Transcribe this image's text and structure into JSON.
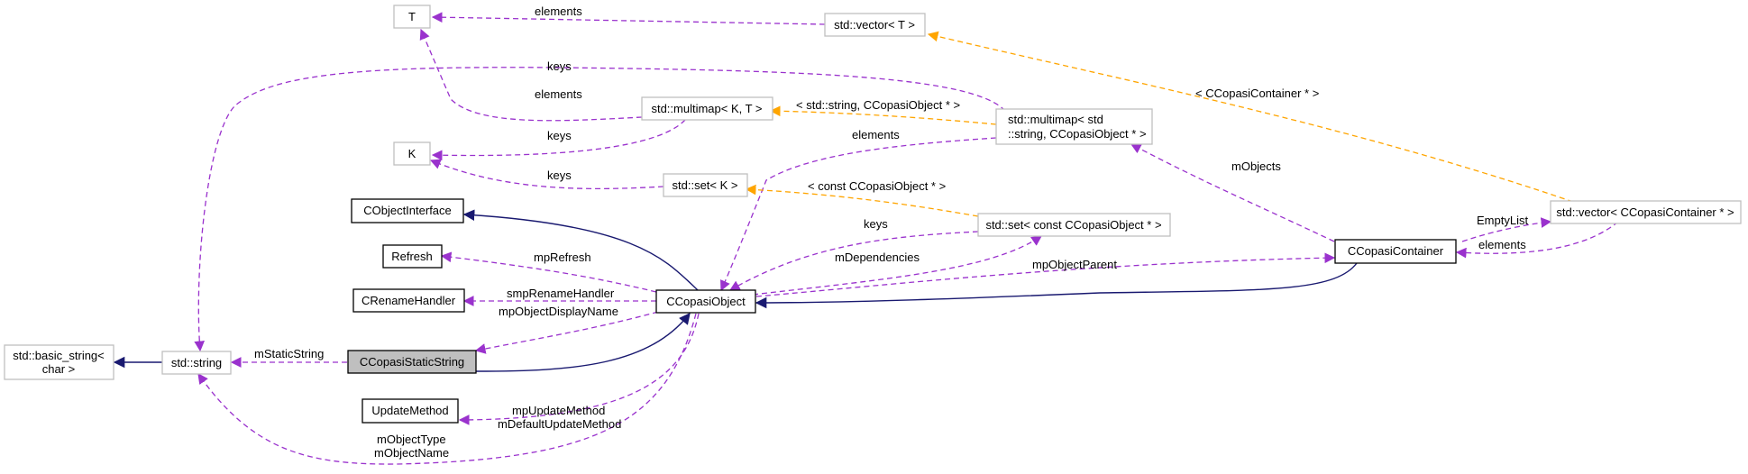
{
  "colors": {
    "inheritance": "#191970",
    "usage": "#9a32cd",
    "template": "#ffa500",
    "focus_fill": "#bfbfbf",
    "grey_border": "#bfbfbf"
  },
  "nodes": {
    "T": "T",
    "vector_T": "std::vector< T >",
    "multimap_KT": "std::multimap< K, T >",
    "multimap_inst_line1": "std::multimap< std",
    "multimap_inst_line2": "::string, CCopasiObject * >",
    "K": "K",
    "set_K": "std::set< K >",
    "set_inst": "std::set< const CCopasiObject * >",
    "CObjectInterface": "CObjectInterface",
    "Refresh": "Refresh",
    "CRenameHandler": "CRenameHandler",
    "CCopasiObject": "CCopasiObject",
    "CCopasiContainer": "CCopasiContainer",
    "vector_container": "std::vector< CCopasiContainer * >",
    "basic_string_line1": "std::basic_string<",
    "basic_string_line2": "char >",
    "std_string": "std::string",
    "CCopasiStaticString": "CCopasiStaticString",
    "UpdateMethod": "UpdateMethod"
  },
  "edge_labels": {
    "vector_elements": "elements",
    "string_keys_top": "keys",
    "multimap_elements": "elements",
    "multimap_keys": "keys",
    "set_keys": "keys",
    "multimap_inst_template": "< std::string, CCopasiObject * >",
    "vector_inst_template": "< CCopasiContainer * >",
    "set_inst_template": "< const CCopasiObject * >",
    "inst_elements": "elements",
    "mObjects": "mObjects",
    "set_inst_keys": "keys",
    "mDependencies": "mDependencies",
    "mpRefresh": "mpRefresh",
    "mpObjectParent": "mpObjectParent",
    "smpRenameHandler": "smpRenameHandler",
    "mpObjectDisplayName": "mpObjectDisplayName",
    "EmptyList": "EmptyList",
    "container_elements": "elements",
    "mStaticString": "mStaticString",
    "mpUpdateMethod": "mpUpdateMethod",
    "mDefaultUpdateMethod": "mDefaultUpdateMethod",
    "mObjectType": "mObjectType",
    "mObjectName": "mObjectName"
  }
}
